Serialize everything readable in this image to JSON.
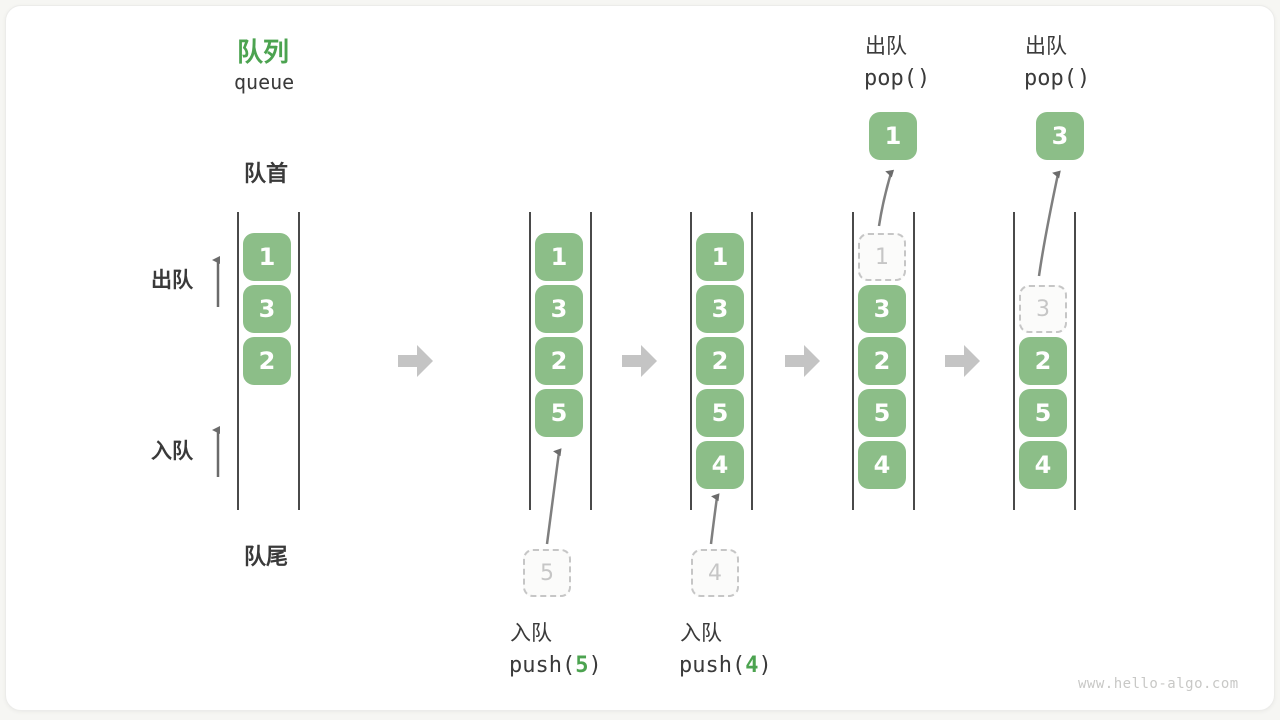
{
  "page": {
    "title_zh": "队列",
    "title_en": "queue",
    "watermark": "www.hello-algo.com"
  },
  "labels": {
    "front": "队首",
    "rear": "队尾",
    "dequeue": "出队",
    "enqueue": "入队"
  },
  "colors": {
    "accent_green": "#4CA350",
    "box_green": "#8CBE88",
    "box_text": "#FFFFFF",
    "dashed_gray": "#C6C6C6",
    "text_dark": "#3A3A3A",
    "curve_arrow_gray": "#7F7F7F",
    "chevron_gray": "#C4C4C4",
    "wall_gray": "#4A4A4A"
  },
  "states": [
    {
      "boxes": [
        "1",
        "3",
        "2"
      ]
    },
    {
      "boxes": [
        "1",
        "3",
        "2",
        "5"
      ],
      "pending": "5"
    },
    {
      "boxes": [
        "1",
        "3",
        "2",
        "5",
        "4"
      ],
      "pending": "4"
    },
    {
      "boxes": [
        "3",
        "2",
        "5",
        "4"
      ],
      "removed": "1",
      "popped": "1"
    },
    {
      "boxes": [
        "2",
        "5",
        "4"
      ],
      "removed": "3",
      "popped": "3"
    }
  ],
  "ops": {
    "push5": {
      "label": "入队",
      "code_prefix": "push(",
      "arg": "5",
      "code_suffix": ")"
    },
    "push4": {
      "label": "入队",
      "code_prefix": "push(",
      "arg": "4",
      "code_suffix": ")"
    },
    "pop1": {
      "label": "出队",
      "code": "pop()"
    },
    "pop2": {
      "label": "出队",
      "code": "pop()"
    }
  }
}
